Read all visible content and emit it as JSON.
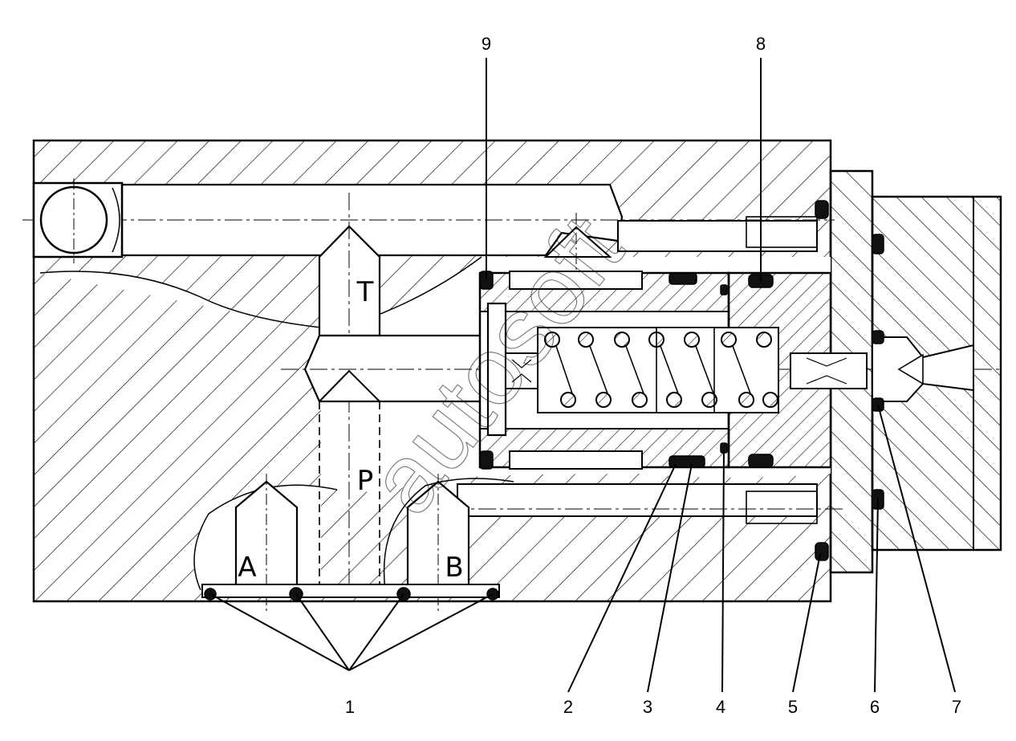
{
  "diagram": {
    "ports": {
      "tank": "T",
      "pressure": "P",
      "port_a": "A",
      "port_b": "B"
    },
    "callouts": [
      "1",
      "2",
      "3",
      "4",
      "5",
      "6",
      "7",
      "8",
      "9"
    ],
    "watermark": "autosoft",
    "colors": {
      "ink": "#000000",
      "seal": "#111111",
      "background": "#ffffff"
    }
  }
}
